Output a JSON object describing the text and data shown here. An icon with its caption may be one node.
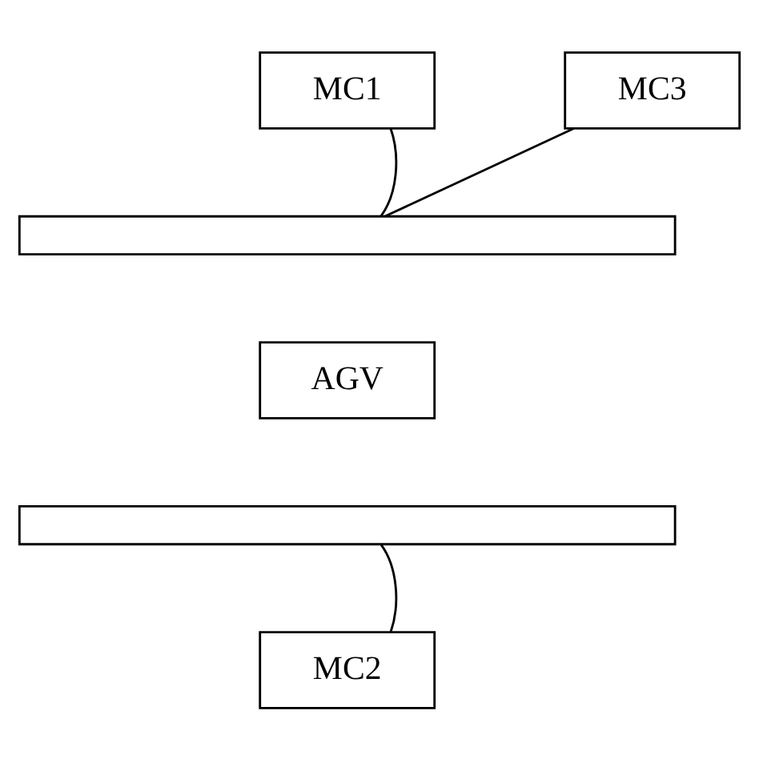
{
  "diagram": {
    "nodes": [
      {
        "text": [
          "MC1"
        ]
      },
      {
        "text": [
          "MC3"
        ]
      },
      {
        "text": [],
        "shape": "bar"
      },
      {
        "text": [
          "AGV"
        ]
      },
      {
        "text": [],
        "shape": "bar"
      },
      {
        "text": [
          "MC2"
        ]
      }
    ],
    "edges": [
      {
        "from": 0,
        "to": 2,
        "arrow": "none"
      },
      {
        "from": 1,
        "to": 2,
        "arrow": "none"
      },
      {
        "from": 5,
        "to": 4,
        "arrow": "none"
      }
    ]
  }
}
